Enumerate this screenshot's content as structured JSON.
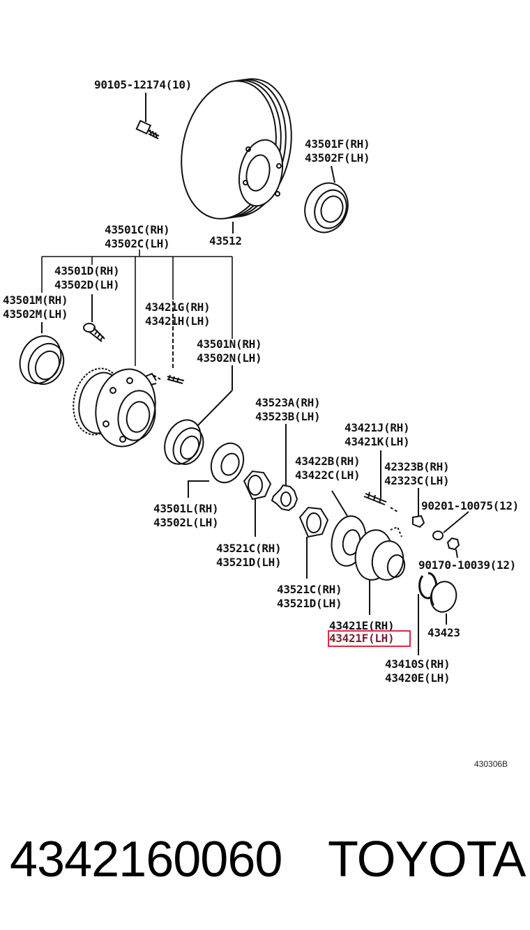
{
  "labels": {
    "bolt_90105": "90105-12174(10)",
    "seal_f_rh": "43501F(RH)",
    "seal_f_lh": "43502F(LH)",
    "disc": "43512",
    "kit_c_rh": "43501C(RH)",
    "kit_c_lh": "43502C(LH)",
    "d_rh": "43501D(RH)",
    "d_lh": "43502D(LH)",
    "m_rh": "43501M(RH)",
    "m_lh": "43502M(LH)",
    "g_rh": "43421G(RH)",
    "h_lh": "43421H(LH)",
    "n_rh": "43501N(RH)",
    "n_lh": "43502N(LH)",
    "a_rh": "43523A(RH)",
    "b_lh": "43523B(LH)",
    "j_rh": "43421J(RH)",
    "k_lh": "43421K(LH)",
    "b2_rh": "43422B(RH)",
    "c2_lh": "43422C(LH)",
    "b3_rh": "42323B(RH)",
    "c3_lh": "42323C(LH)",
    "bolt_90201": "90201-10075(12)",
    "l_rh": "43501L(RH)",
    "l_lh": "43502L(LH)",
    "nut1_rh": "43521C(RH)",
    "nut1_lh": "43521D(LH)",
    "nut_90170": "90170-10039(12)",
    "nut2_rh": "43521C(RH)",
    "nut2_lh": "43521D(LH)",
    "e_rh": "43421E(RH)",
    "f_lh": "43421F(LH)",
    "cap": "43423",
    "s_rh": "43410S(RH)",
    "e2_lh": "43420E(LH)"
  },
  "figure_code": "430306B",
  "footer": {
    "part_number": "4342160060",
    "brand": "TOYOTA"
  },
  "colors": {
    "highlight": "#e0283c",
    "line": "#111111"
  }
}
